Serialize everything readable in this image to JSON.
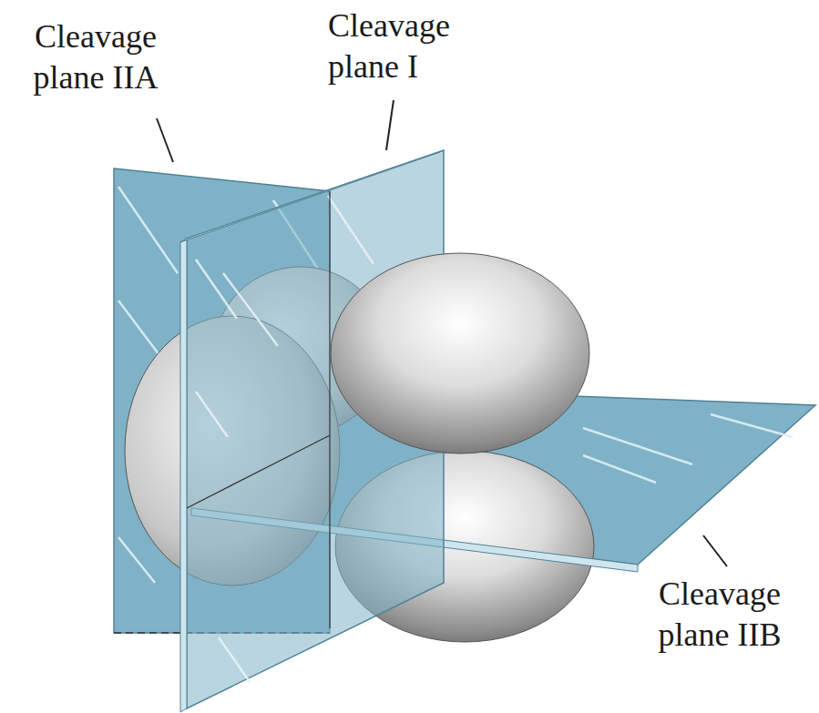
{
  "diagram": {
    "labels": [
      "Cleavage plane IIA",
      "Cleavage plane I",
      "Cleavage plane IIB"
    ]
  }
}
